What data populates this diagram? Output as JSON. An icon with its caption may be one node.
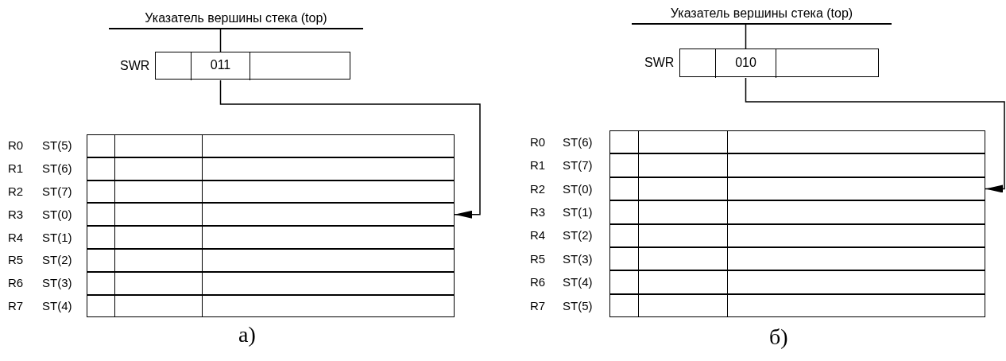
{
  "diagram": {
    "nodes": [
      {
        "text": [
          "Указатель вершины стека (top)"
        ]
      },
      {
        "text": [],
        "shape": "box",
        "beside": [
          "SWR"
        ]
      },
      {
        "text": [
          "011"
        ],
        "in": 1
      },
      {
        "text": [],
        "shape": "box",
        "beside": [
          "R0",
          "ST(5)"
        ]
      },
      {
        "text": [],
        "shape": "box",
        "beside": [
          "R1",
          "ST(6)"
        ]
      },
      {
        "text": [],
        "shape": "box",
        "beside": [
          "R2",
          "ST(7)"
        ]
      },
      {
        "text": [],
        "shape": "box",
        "beside": [
          "R3",
          "ST(0)"
        ]
      },
      {
        "text": [],
        "shape": "box",
        "beside": [
          "R4",
          "ST(1)"
        ]
      },
      {
        "text": [],
        "shape": "box",
        "beside": [
          "R5",
          "ST(2)"
        ]
      },
      {
        "text": [],
        "shape": "box",
        "beside": [
          "R6",
          "ST(3)"
        ]
      },
      {
        "text": [],
        "shape": "box",
        "beside": [
          "R7",
          "ST(4)"
        ]
      },
      {
        "text": [
          "Указатель вершины стека (top)"
        ]
      },
      {
        "text": [],
        "shape": "box",
        "beside": [
          "SWR"
        ]
      },
      {
        "text": [
          "010"
        ],
        "in": 12
      },
      {
        "text": [],
        "shape": "box",
        "beside": [
          "R0",
          "ST(6)"
        ]
      },
      {
        "text": [],
        "shape": "box",
        "beside": [
          "R1",
          "ST(7)"
        ]
      },
      {
        "text": [],
        "shape": "box",
        "beside": [
          "R2",
          "ST(0)"
        ]
      },
      {
        "text": [],
        "shape": "box",
        "beside": [
          "R3",
          "ST(1)"
        ]
      },
      {
        "text": [],
        "shape": "box",
        "beside": [
          "R4",
          "ST(2)"
        ]
      },
      {
        "text": [],
        "shape": "box",
        "beside": [
          "R5",
          "ST(3)"
        ]
      },
      {
        "text": [],
        "shape": "box",
        "beside": [
          "R6",
          "ST(4)"
        ]
      },
      {
        "text": [],
        "shape": "box",
        "beside": [
          "R7",
          "ST(5)"
        ]
      }
    ],
    "edges": [
      {
        "from": 0,
        "to": 2,
        "arrow": "none"
      },
      {
        "from": 2,
        "to": 6,
        "arrow": "to"
      },
      {
        "from": 11,
        "to": 13,
        "arrow": "none"
      },
      {
        "from": 13,
        "to": 16,
        "arrow": "to"
      }
    ],
    "labels": [
      "а)",
      "б)"
    ]
  }
}
